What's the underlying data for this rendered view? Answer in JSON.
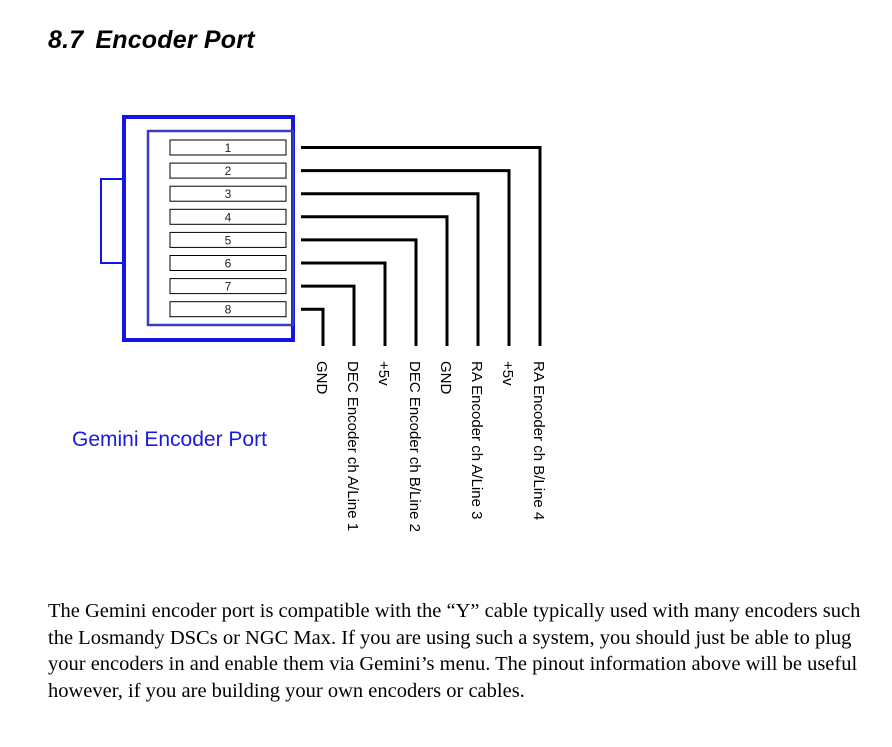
{
  "section": {
    "number": "8.7",
    "title": "Encoder Port"
  },
  "diagram": {
    "caption": "Gemini Encoder Port",
    "colors": {
      "connector_outer": "#1414e6",
      "connector_inner": "#3c3cc0",
      "pin_border": "#000000",
      "wire": "#000000",
      "caption": "#1a1ad8"
    },
    "pins": [
      {
        "number": "1",
        "signal": "RA Encoder ch B/Line 4"
      },
      {
        "number": "2",
        "signal": "+5v"
      },
      {
        "number": "3",
        "signal": "RA Encoder ch A/Line 3"
      },
      {
        "number": "4",
        "signal": "GND"
      },
      {
        "number": "5",
        "signal": "DEC Encoder ch B/Line 2"
      },
      {
        "number": "6",
        "signal": "+5v"
      },
      {
        "number": "7",
        "signal": "DEC Encoder ch A/Line 1"
      },
      {
        "number": "8",
        "signal": "GND"
      }
    ]
  },
  "paragraph": "The Gemini encoder port is compatible with the “Y” cable typically used with many encoders such the Losmandy DSCs or NGC Max.  If you are using such a system, you should just be able to plug your encoders in and enable them via Gemini’s menu.  The pinout information above will be useful however, if you are building your own encoders or cables."
}
